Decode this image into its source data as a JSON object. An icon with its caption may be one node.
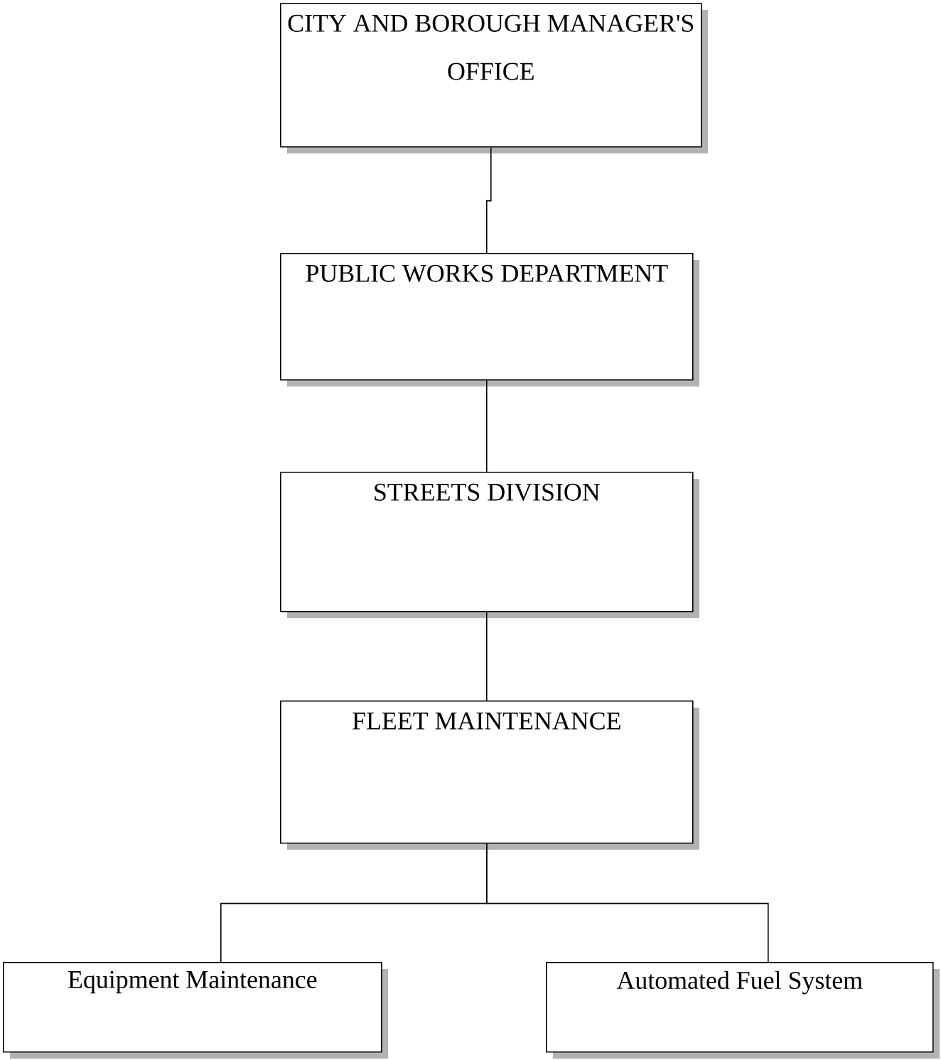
{
  "diagram": {
    "nodes": [
      {
        "text": [
          "CITY AND BOROUGH MANAGER'S OFFICE"
        ]
      },
      {
        "text": [
          "PUBLIC WORKS DEPARTMENT"
        ]
      },
      {
        "text": [
          "STREETS DIVISION"
        ]
      },
      {
        "text": [
          "FLEET MAINTENANCE"
        ]
      },
      {
        "text": [
          "Equipment Maintenance"
        ]
      },
      {
        "text": [
          "Automated Fuel System"
        ]
      }
    ],
    "edges": [
      {
        "from": 0,
        "to": 1,
        "arrow": "none"
      },
      {
        "from": 1,
        "to": 2,
        "arrow": "none"
      },
      {
        "from": 2,
        "to": 3,
        "arrow": "none"
      },
      {
        "from": 3,
        "to": 4,
        "arrow": "none"
      },
      {
        "from": 3,
        "to": 5,
        "arrow": "none"
      }
    ]
  }
}
